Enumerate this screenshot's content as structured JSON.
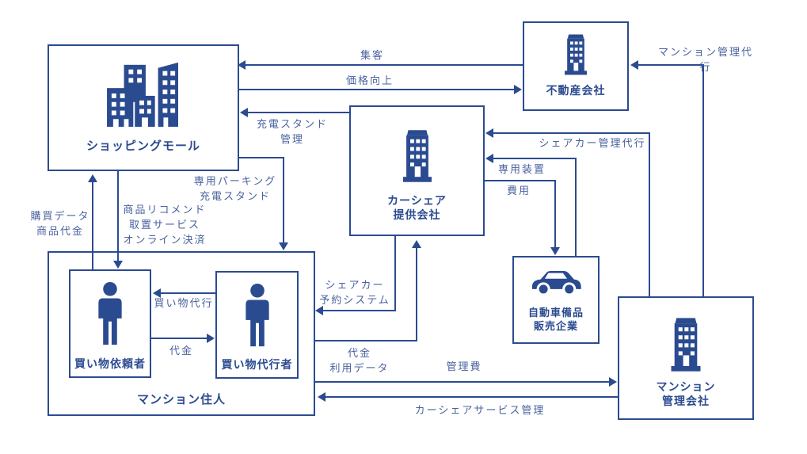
{
  "colors": {
    "primary": "#2B4B90",
    "edge_label": "#4A639F",
    "background": "#FFFFFF"
  },
  "nodes": {
    "shopping_mall": {
      "label": "ショッピングモール",
      "icon": "shopping-mall-buildings-icon"
    },
    "real_estate_company": {
      "label": "不動産会社",
      "icon": "office-building-icon"
    },
    "car_share_provider": {
      "label": "カーシェア\n提供会社",
      "icon": "office-building-icon"
    },
    "car_equipment_seller": {
      "label": "自動車備品\n販売企業",
      "icon": "car-icon"
    },
    "mansion_management_company": {
      "label": "マンション\n管理会社",
      "icon": "office-building-icon"
    },
    "mansion_residents": {
      "label": "マンション住人"
    },
    "shopping_requester": {
      "label": "買い物依頼者",
      "icon": "person-icon"
    },
    "shopping_agent": {
      "label": "買い物代行者",
      "icon": "person-icon"
    }
  },
  "edges": {
    "attract_customers": {
      "label": "集客",
      "from": "real_estate_company",
      "to": "shopping_mall"
    },
    "price_improvement": {
      "label": "価格向上",
      "from": "shopping_mall",
      "to": "real_estate_company"
    },
    "charging_stand_management": {
      "label": "充電スタンド\n管理",
      "from": "car_share_provider",
      "to": "shopping_mall"
    },
    "mansion_management_agency": {
      "label": "マンション管理代行",
      "from": "mansion_management_company",
      "to": "real_estate_company"
    },
    "share_car_management_agency": {
      "label": "シェアカー管理代行",
      "from": "mansion_management_company",
      "to": "car_share_provider"
    },
    "dedicated_equipment": {
      "label": "専用装置",
      "from": "car_equipment_seller",
      "to": "car_share_provider"
    },
    "cost": {
      "label": "費用",
      "from": "car_share_provider",
      "to": "car_equipment_seller"
    },
    "dedicated_parking_charging_stand": {
      "label": "専用パーキング\n充電スタンド",
      "from": "shopping_mall",
      "to": "mansion_residents"
    },
    "purchase_data_product_payment": {
      "label": "購買データ\n商品代金",
      "from": "shopping_requester",
      "to": "shopping_mall"
    },
    "recommend_hold_online_payment": {
      "label": "商品リコメンド\n取置サービス\nオンライン決済",
      "from": "shopping_mall",
      "to": "shopping_requester"
    },
    "shopping_agency": {
      "label": "買い物代行",
      "from": "shopping_agent",
      "to": "shopping_requester"
    },
    "payment": {
      "label": "代金",
      "from": "shopping_requester",
      "to": "shopping_agent"
    },
    "share_car_reservation_system": {
      "label": "シェアカー\n予約システム",
      "from": "car_share_provider",
      "to": "mansion_residents"
    },
    "payment_usage_data": {
      "label": "代金\n利用データ",
      "from": "mansion_residents",
      "to": "car_share_provider"
    },
    "management_fee": {
      "label": "管理費",
      "from": "mansion_residents",
      "to": "mansion_management_company"
    },
    "car_share_service_management": {
      "label": "カーシェアサービス管理",
      "from": "mansion_management_company",
      "to": "mansion_residents"
    }
  }
}
